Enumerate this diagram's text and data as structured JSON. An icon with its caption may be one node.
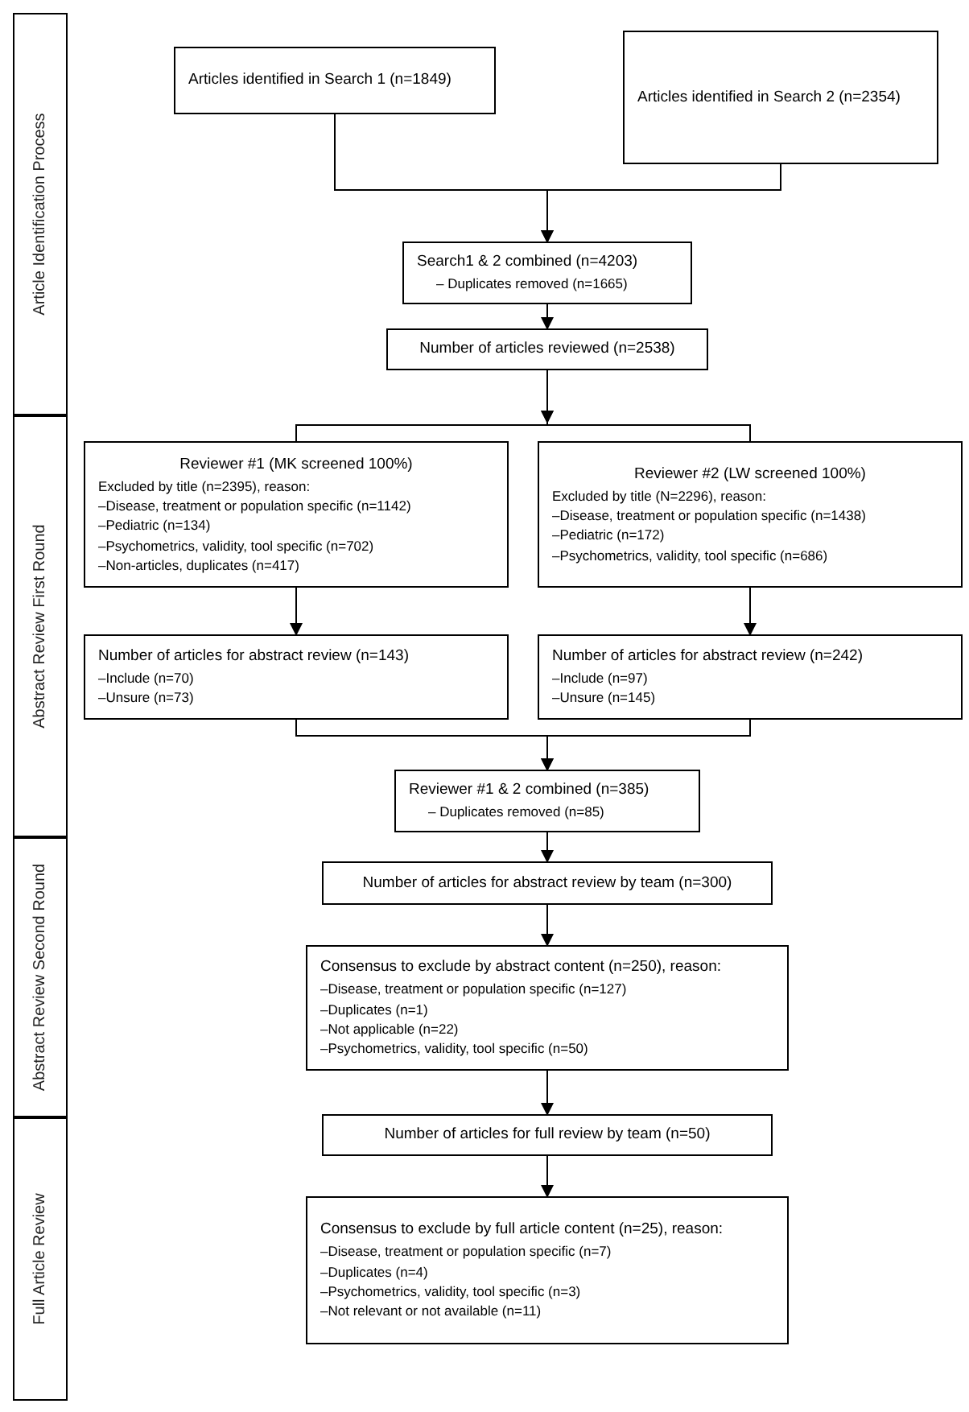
{
  "diagram": {
    "nodes": [
      {
        "text": [
          "Article Identification Process"
        ]
      },
      {
        "text": [
          "Abstract Review First Round"
        ]
      },
      {
        "text": [
          "Abstract Review Second Round"
        ]
      },
      {
        "text": [
          "Full Article Review"
        ]
      },
      {
        "text": [
          "Articles identified in Search 1 (n=1849)"
        ]
      },
      {
        "text": [
          "Articles identified in Search 2 (n=2354)"
        ]
      },
      {
        "text": [
          "Search1 & 2 combined (n=4203)",
          "– Duplicates removed (n=1665)"
        ]
      },
      {
        "text": [
          "Number of articles reviewed (n=2538)"
        ]
      },
      {
        "text": [
          "Reviewer #1 (MK screened 100%)",
          "Excluded by title (n=2395), reason:",
          "–Disease, treatment or population specific (n=1142)",
          "–Pediatric (n=134)",
          "–Psychometrics, validity, tool specific (n=702)",
          "–Non-articles, duplicates (n=417)"
        ]
      },
      {
        "text": [
          "Reviewer #2 (LW screened 100%)",
          "Excluded by title (N=2296), reason:",
          "–Disease, treatment or population specific (n=1438)",
          "–Pediatric (n=172)",
          "–Psychometrics, validity, tool specific (n=686)"
        ]
      },
      {
        "text": [
          "Number of articles for abstract review (n=143)",
          "–Include (n=70)",
          "–Unsure (n=73)"
        ]
      },
      {
        "text": [
          "Number of articles for abstract review (n=242)",
          "–Include (n=97)",
          "–Unsure (n=145)"
        ]
      },
      {
        "text": [
          "Reviewer #1 & 2 combined (n=385)",
          "– Duplicates removed (n=85)"
        ]
      },
      {
        "text": [
          "Number of articles for abstract review by team (n=300)"
        ]
      },
      {
        "text": [
          "Consensus to exclude by abstract content (n=250), reason:",
          "–Disease, treatment or population specific (n=127)",
          "–Duplicates (n=1)",
          "–Not applicable (n=22)",
          "–Psychometrics, validity, tool specific (n=50)"
        ]
      },
      {
        "text": [
          "Number of articles for full review by team (n=50)"
        ]
      },
      {
        "text": [
          "Consensus to exclude by full article content (n=25), reason:",
          "–Disease, treatment or population specific (n=7)",
          "–Duplicates (n=4)",
          "–Psychometrics, validity, tool specific (n=3)",
          "–Not relevant  or not available (n=11)"
        ]
      }
    ],
    "edges": [
      {
        "from": 4,
        "to": 6,
        "arrow": "to"
      },
      {
        "from": 5,
        "to": 6,
        "arrow": "to"
      },
      {
        "from": 6,
        "to": 7,
        "arrow": "to"
      },
      {
        "from": 7,
        "to": 8,
        "arrow": "to"
      },
      {
        "from": 7,
        "to": 9,
        "arrow": "to"
      },
      {
        "from": 8,
        "to": 10,
        "arrow": "to"
      },
      {
        "from": 9,
        "to": 11,
        "arrow": "to"
      },
      {
        "from": 10,
        "to": 12,
        "arrow": "to"
      },
      {
        "from": 11,
        "to": 12,
        "arrow": "to"
      },
      {
        "from": 12,
        "to": 13,
        "arrow": "to"
      },
      {
        "from": 13,
        "to": 14,
        "arrow": "to"
      },
      {
        "from": 14,
        "to": 15,
        "arrow": "to"
      },
      {
        "from": 15,
        "to": 16,
        "arrow": "to"
      }
    ]
  }
}
